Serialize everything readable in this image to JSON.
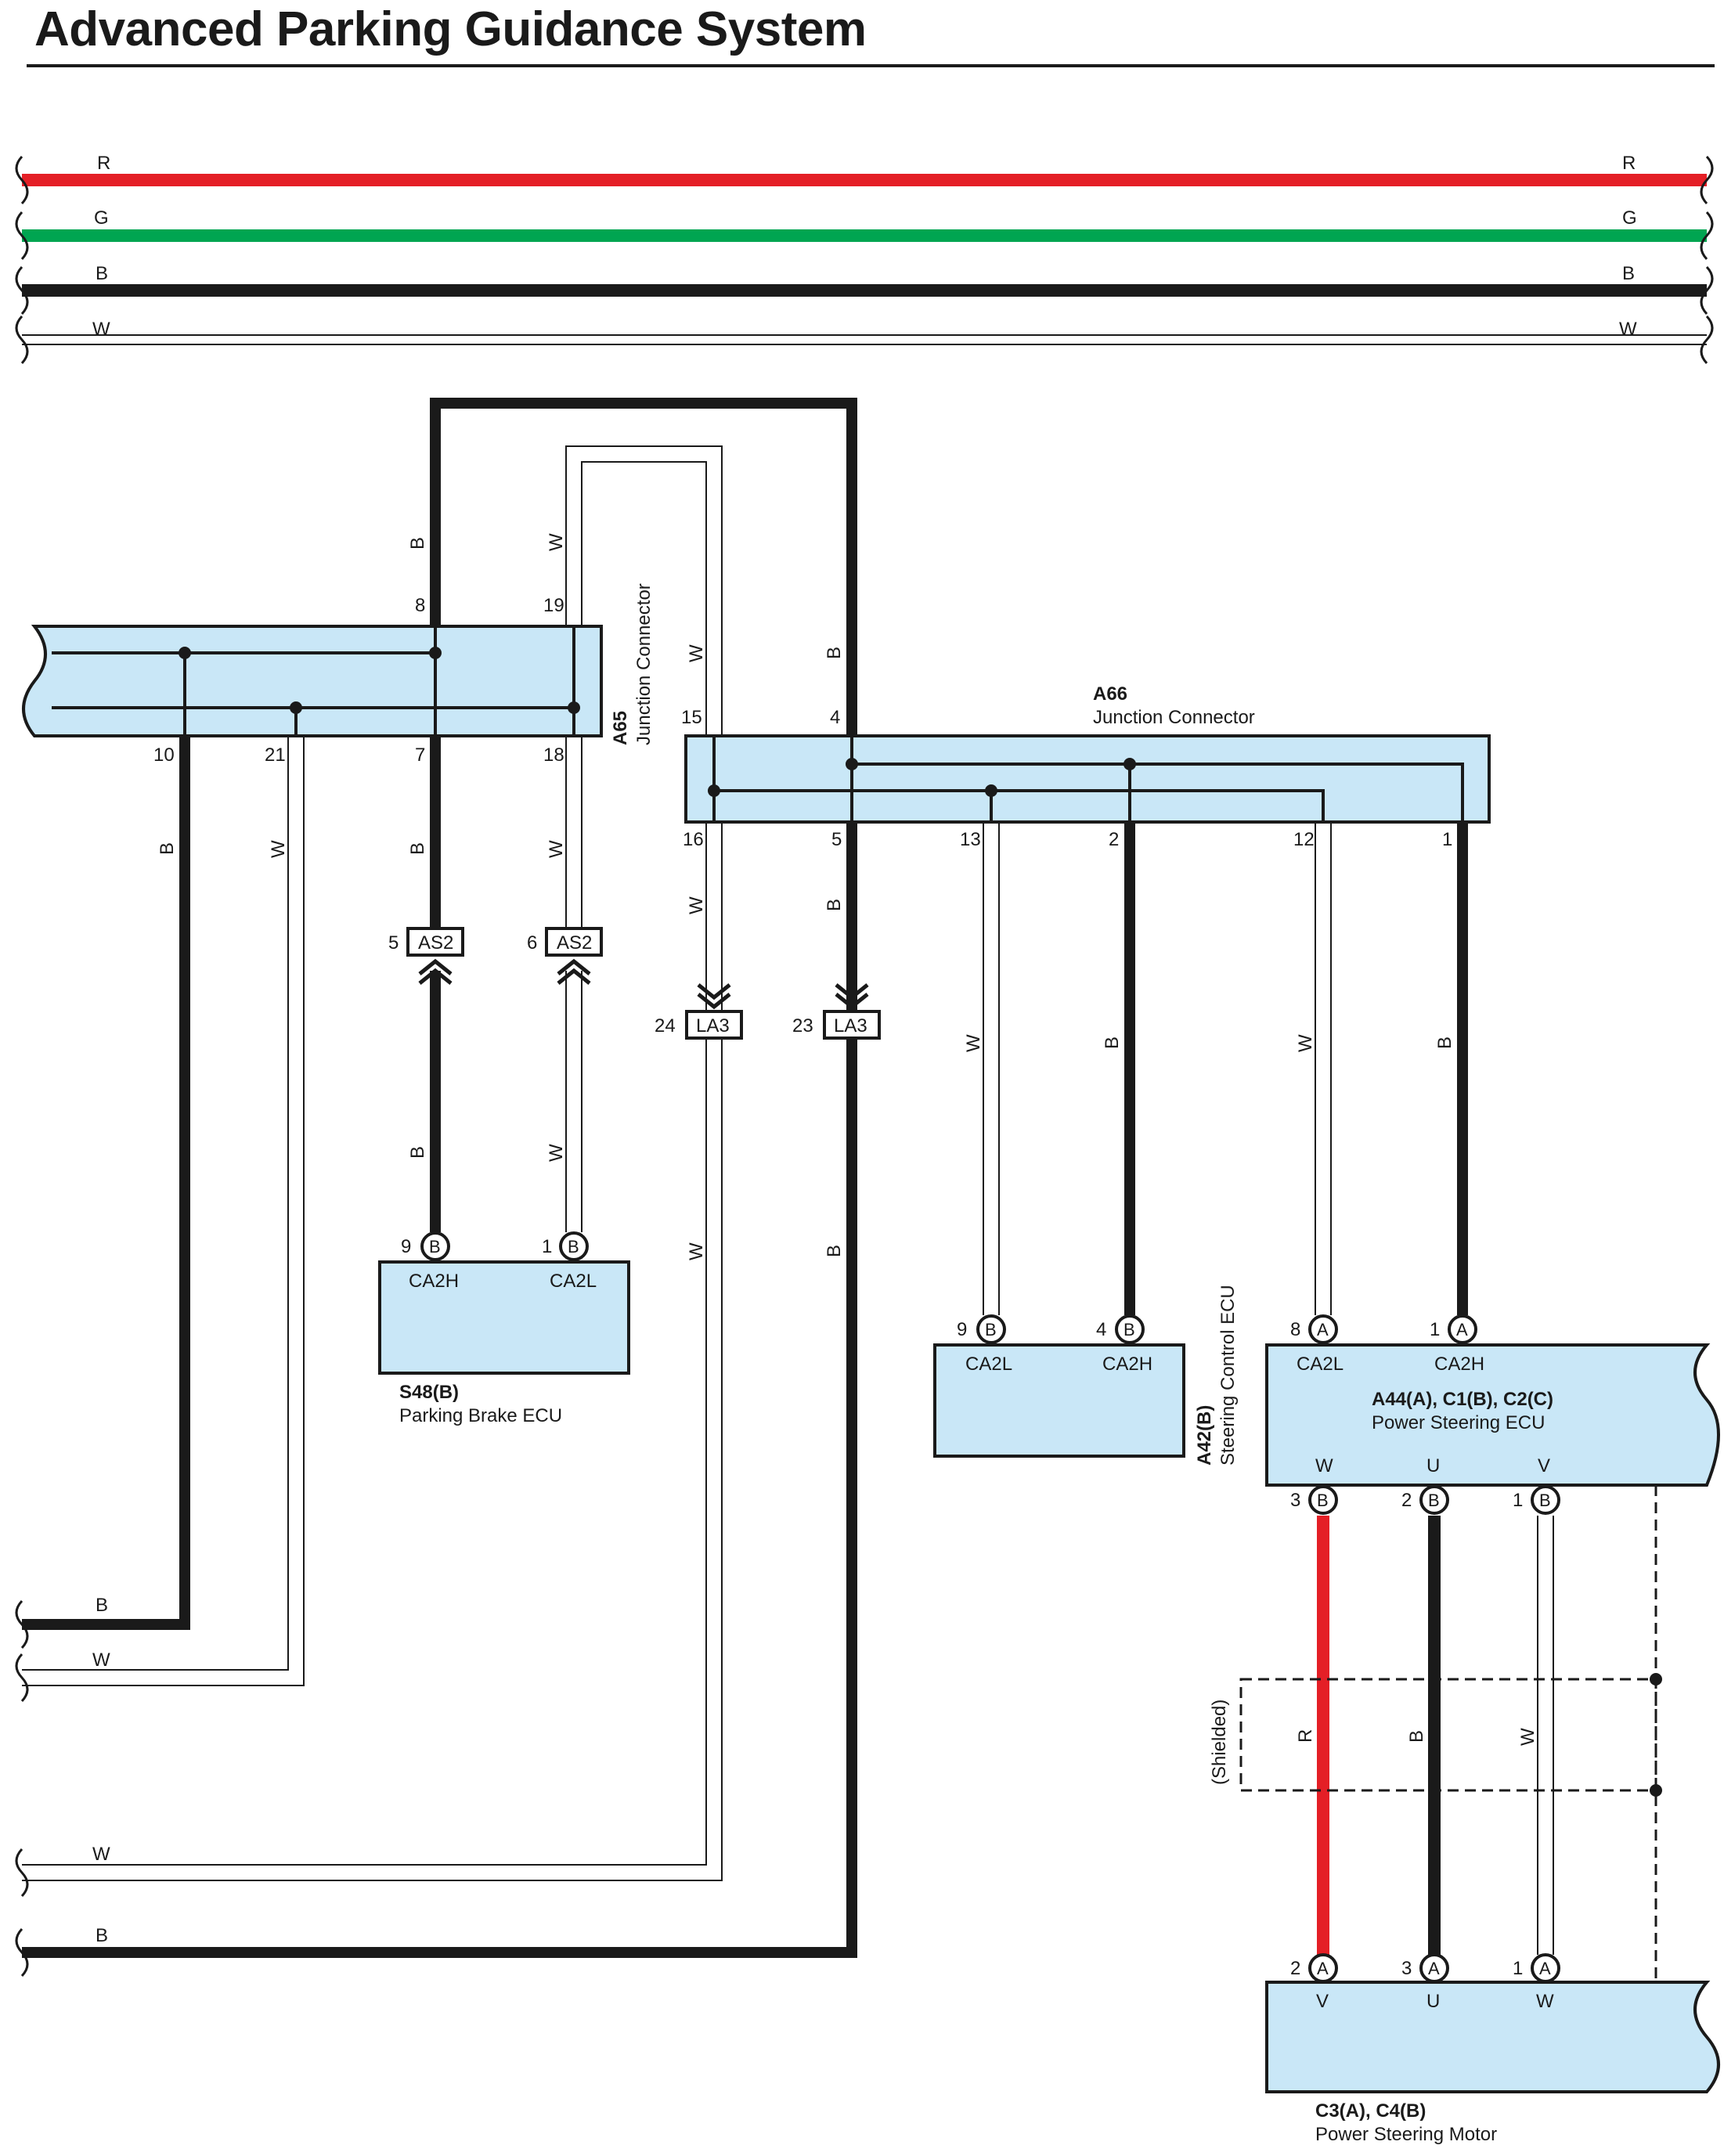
{
  "title": "Advanced Parking Guidance System",
  "colors": {
    "red": "#e41f26",
    "green": "#00a551",
    "black": "#1a1a1a",
    "white_wire": "#ffffff",
    "component_fill": "#c9e7f7"
  },
  "top_bus": {
    "left_labels": [
      "R",
      "G",
      "B",
      "W"
    ],
    "right_labels": [
      "R",
      "G",
      "B",
      "W"
    ]
  },
  "connectors": {
    "a65": {
      "code": "A65",
      "name": "Junction Connector",
      "pins_top": [
        "8",
        "19"
      ],
      "pins_bottom": [
        "10",
        "21",
        "7",
        "18"
      ]
    },
    "a66": {
      "code": "A66",
      "name": "Junction Connector",
      "pins_top": [
        "15",
        "4"
      ],
      "pins_bottom": [
        "16",
        "5",
        "13",
        "2",
        "12",
        "1"
      ]
    },
    "as2": {
      "code": "AS2",
      "pins": [
        "5",
        "6"
      ]
    },
    "la3": {
      "code": "LA3",
      "pins": [
        "24",
        "23"
      ]
    }
  },
  "components": {
    "parking_brake": {
      "code": "S48(B)",
      "name": "Parking Brake ECU",
      "pins": [
        {
          "num": "9",
          "letter": "B",
          "signal": "CA2H"
        },
        {
          "num": "1",
          "letter": "B",
          "signal": "CA2L"
        }
      ]
    },
    "steering_control": {
      "code": "A42(B)",
      "name": "Steering Control ECU",
      "pins": [
        {
          "num": "9",
          "letter": "B",
          "signal": "CA2L"
        },
        {
          "num": "4",
          "letter": "B",
          "signal": "CA2H"
        }
      ]
    },
    "power_steering_ecu": {
      "code": "A44(A), C1(B), C2(C)",
      "name": "Power Steering ECU",
      "pins_top": [
        {
          "num": "8",
          "letter": "A",
          "signal": "CA2L"
        },
        {
          "num": "1",
          "letter": "A",
          "signal": "CA2H"
        }
      ],
      "pins_bottom": [
        {
          "num": "3",
          "letter": "B",
          "signal": "W"
        },
        {
          "num": "2",
          "letter": "B",
          "signal": "U"
        },
        {
          "num": "1",
          "letter": "B",
          "signal": "V"
        }
      ]
    },
    "power_steering_motor": {
      "code": "C3(A), C4(B)",
      "name": "Power Steering Motor",
      "pins": [
        {
          "num": "2",
          "letter": "A",
          "signal": "V"
        },
        {
          "num": "3",
          "letter": "A",
          "signal": "U"
        },
        {
          "num": "1",
          "letter": "A",
          "signal": "W"
        }
      ]
    }
  },
  "wire_colors": {
    "a65_top_left": "B",
    "a65_top_right": "W",
    "loop_w": "W",
    "loop_b": "B",
    "a65_10": "B",
    "a65_21": "W",
    "a65_7": "B",
    "a65_18": "W",
    "as2_5_below": "B",
    "as2_6_below": "W",
    "a66_16": "W",
    "a66_5": "B",
    "la3_24_below": "W",
    "la3_23_below": "B",
    "a66_13": "W",
    "a66_2": "B",
    "a66_12": "W",
    "a66_1": "B",
    "motor_r": "R",
    "motor_b": "B",
    "motor_w": "W"
  },
  "shielded_label": "(Shielded)",
  "bottom_left_labels": [
    "B",
    "W",
    "W",
    "B"
  ]
}
